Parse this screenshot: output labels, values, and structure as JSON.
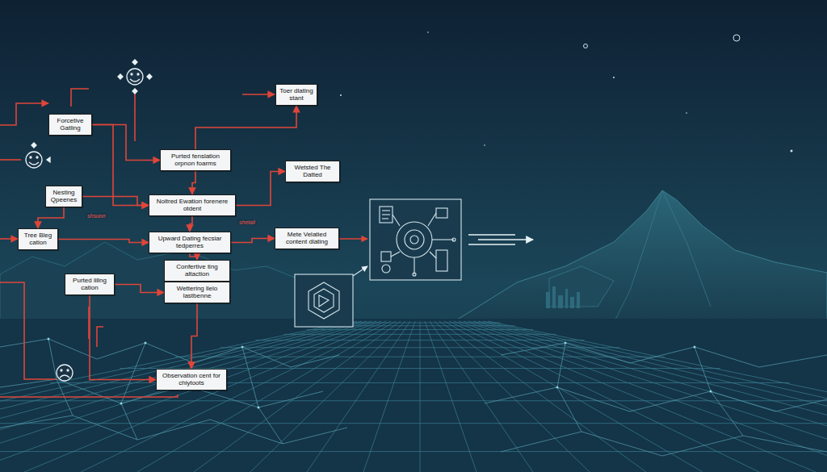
{
  "diagram": {
    "nodes": [
      {
        "text": [
          "Forcetive Gatling"
        ]
      },
      {
        "text": [
          "Toer dlating stant"
        ]
      },
      {
        "text": [
          "Purted fenslation orpnon foarms"
        ]
      },
      {
        "text": [
          "Nesting Qpeenes"
        ]
      },
      {
        "text": [
          "Noltred Ewation forenere otdent"
        ]
      },
      {
        "text": [
          "Wetsted The Datted"
        ]
      },
      {
        "text": [
          "Tree Bleg cation"
        ]
      },
      {
        "text": [
          "Upward Dating fecsiar tedperres"
        ]
      },
      {
        "text": [
          "Mete Velatied content dlating"
        ]
      },
      {
        "text": [
          "Purted lillng cation"
        ]
      },
      {
        "text": [
          "Confertive ting altaction"
        ]
      },
      {
        "text": [
          "Wettering llelo lastbenne"
        ]
      },
      {
        "text": [
          "Observation cent for chiytoots"
        ]
      }
    ],
    "edges": [
      {
        "from": 2,
        "to": 1,
        "arrow": "to"
      },
      {
        "from": 0,
        "to": 2,
        "arrow": "to"
      },
      {
        "from": 0,
        "to": 4,
        "arrow": "to"
      },
      {
        "from": 3,
        "to": 4,
        "arrow": "to"
      },
      {
        "from": 4,
        "to": 5,
        "arrow": "to"
      },
      {
        "from": 2,
        "to": 4,
        "arrow": "to"
      },
      {
        "from": 6,
        "to": 7,
        "arrow": "to"
      },
      {
        "from": 7,
        "to": 8,
        "arrow": "to"
      },
      {
        "from": 4,
        "to": 7,
        "arrow": "to"
      },
      {
        "from": 7,
        "to": 10,
        "arrow": "to"
      },
      {
        "from": 9,
        "to": 11,
        "arrow": "to"
      },
      {
        "from": 3,
        "to": 6,
        "arrow": "to"
      },
      {
        "from": 11,
        "to": 12,
        "arrow": "to"
      },
      {
        "from": 9,
        "to": 12,
        "arrow": "to"
      }
    ],
    "labels": [
      "shsuon",
      "shelall"
    ]
  }
}
